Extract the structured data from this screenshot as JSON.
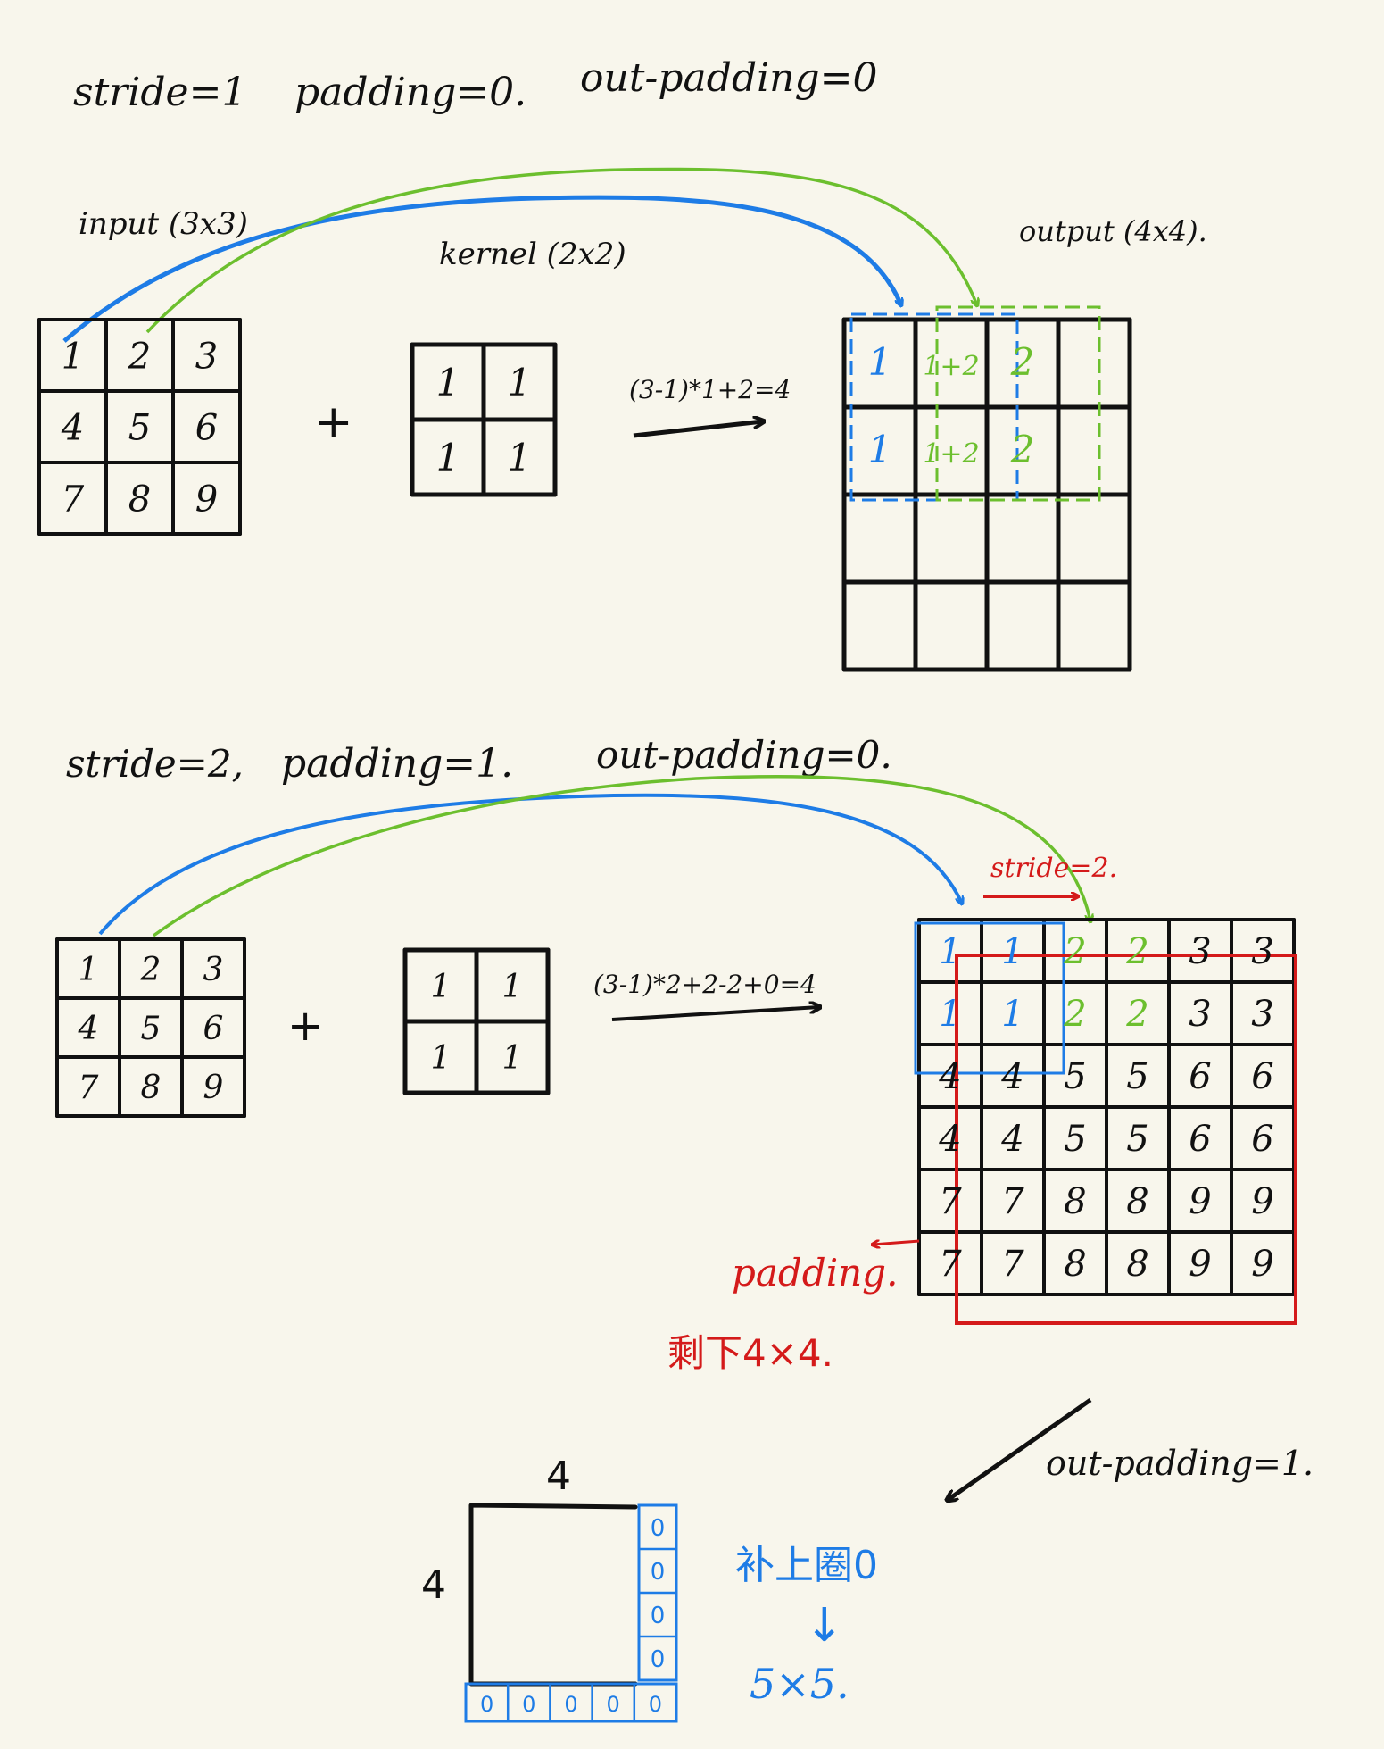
{
  "colors": {
    "ink": "#111111",
    "blue": "#1e7ce6",
    "green": "#6cbf2e",
    "red": "#d41a1a",
    "background": "#f8f6ec"
  },
  "section1": {
    "header": {
      "stride": "stride=1",
      "padding": "padding=0.",
      "output_padding": "out-padding=0"
    },
    "input_label": "input (3x3)",
    "kernel_label": "kernel (2x2)",
    "output_label": "output (4x4).",
    "input_values": [
      "1",
      "2",
      "3",
      "4",
      "5",
      "6",
      "7",
      "8",
      "9"
    ],
    "kernel_values": [
      "1",
      "1",
      "1",
      "1"
    ],
    "plus": "+",
    "formula": "(3-1)*1+2=4",
    "output_cells": [
      {
        "row": 0,
        "col": 0,
        "text": "1",
        "color": "blue"
      },
      {
        "row": 0,
        "col": 1,
        "text": "1+2",
        "color": "green"
      },
      {
        "row": 0,
        "col": 2,
        "text": "2",
        "color": "green"
      },
      {
        "row": 1,
        "col": 0,
        "text": "1",
        "color": "blue"
      },
      {
        "row": 1,
        "col": 1,
        "text": "1+2",
        "color": "green"
      },
      {
        "row": 1,
        "col": 2,
        "text": "2",
        "color": "green"
      }
    ]
  },
  "section2": {
    "header": {
      "stride": "stride=2,",
      "padding": "padding=1.",
      "output_padding": "out-padding=0."
    },
    "input_values": [
      "1",
      "2",
      "3",
      "4",
      "5",
      "6",
      "7",
      "8",
      "9"
    ],
    "kernel_values": [
      "1",
      "1",
      "1",
      "1"
    ],
    "plus": "+",
    "formula": "(3-1)*2+2-2+0=4",
    "stride_label": "stride=2.",
    "output_grid": [
      [
        "1",
        "1",
        "2",
        "2",
        "3",
        "3"
      ],
      [
        "1",
        "1",
        "2",
        "2",
        "3",
        "3"
      ],
      [
        "4",
        "4",
        "5",
        "5",
        "6",
        "6"
      ],
      [
        "4",
        "4",
        "5",
        "5",
        "6",
        "6"
      ],
      [
        "7",
        "7",
        "8",
        "8",
        "9",
        "9"
      ],
      [
        "7",
        "7",
        "8",
        "8",
        "9",
        "9"
      ]
    ],
    "padding_label": "padding.",
    "remain_label": "剩下4×4."
  },
  "section3": {
    "out_padding_label": "out-padding=1.",
    "top_dim": "4",
    "left_dim": "4",
    "right_zeros": [
      "0",
      "0",
      "0",
      "0"
    ],
    "bottom_zeros": [
      "0",
      "0",
      "0",
      "0",
      "0"
    ],
    "fill_label": "补上圈0",
    "down_arrow": "↓",
    "result_label": "5×5."
  }
}
